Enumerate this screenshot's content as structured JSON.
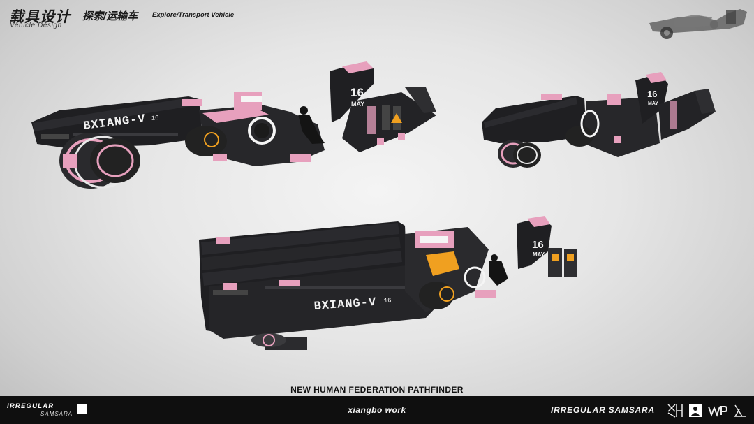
{
  "header": {
    "title_cn": "载具设计",
    "title_en": "Vehicle Design",
    "subtitle_cn": "探索/运输车",
    "subtitle_en": "Explore/Transport Vehicle"
  },
  "vehicle": {
    "name_main": "BXIANG-V",
    "version": "16",
    "date_day": "16",
    "date_month": "MAY",
    "accent_color": "#e7a0bd",
    "body_color": "#1f1f22",
    "highlight_color": "#f0a020"
  },
  "caption": "NEW HUMAN FEDERATION PATHFINDER",
  "footer": {
    "brand_logo_text": "IRREGULAR",
    "brand_logo_sub": "SAMSARA",
    "center_text": "xiangbo work",
    "right_text": "IRREGULAR SAMSARA",
    "icons": [
      "xh-logo-icon",
      "avatar-icon",
      "wp-logo-icon",
      "artstation-icon"
    ]
  }
}
